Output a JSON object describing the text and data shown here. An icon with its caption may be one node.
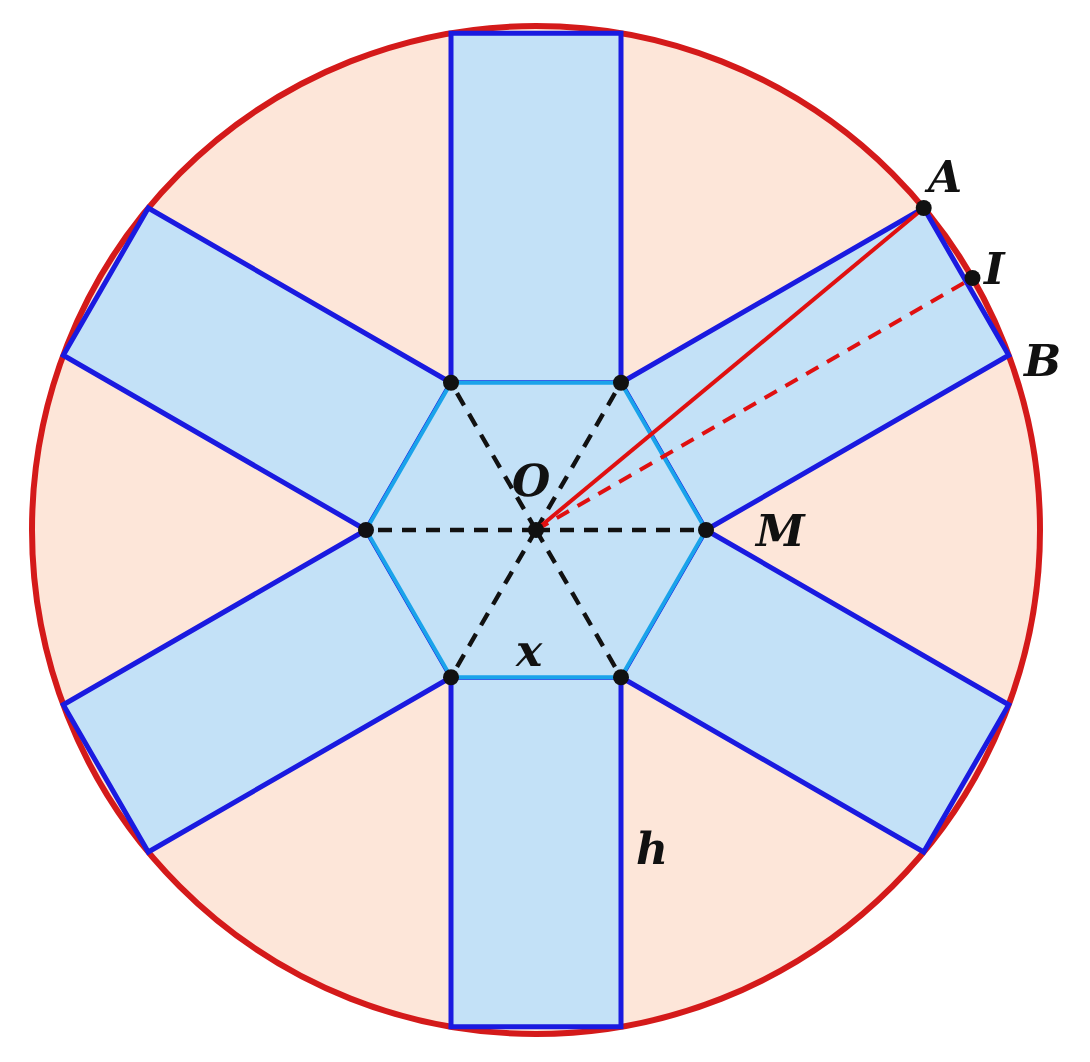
{
  "diagram": {
    "labels": [
      "A",
      "I",
      "B",
      "O",
      "M",
      "x",
      "h"
    ]
  }
}
